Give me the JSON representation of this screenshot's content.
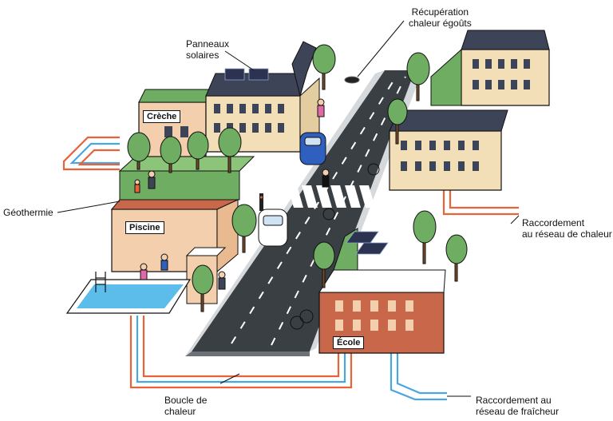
{
  "labels": {
    "panneaux": "Panneaux\nsolaires",
    "recuperation": "Récupération\nchaleur égoûts",
    "geothermie": "Géothermie",
    "raccordement_chaleur": "Raccordement\nau réseau de chaleur",
    "boucle": "Boucle de\nchaleur",
    "raccordement_fraicheur": "Raccordement au\nréseau de fraîcheur"
  },
  "buildings": {
    "creche": "Crèche",
    "piscine": "Piscine",
    "ecole": "École"
  },
  "colors": {
    "heat": "#e8623a",
    "cool": "#4aa6e0",
    "road": "#3a3f44",
    "facade": "#f2dfb8",
    "roof": "#3e4458",
    "brick": "#c8674a",
    "wall": "#f3cfae",
    "green": "#6fae62",
    "pool": "#5cbcea"
  }
}
